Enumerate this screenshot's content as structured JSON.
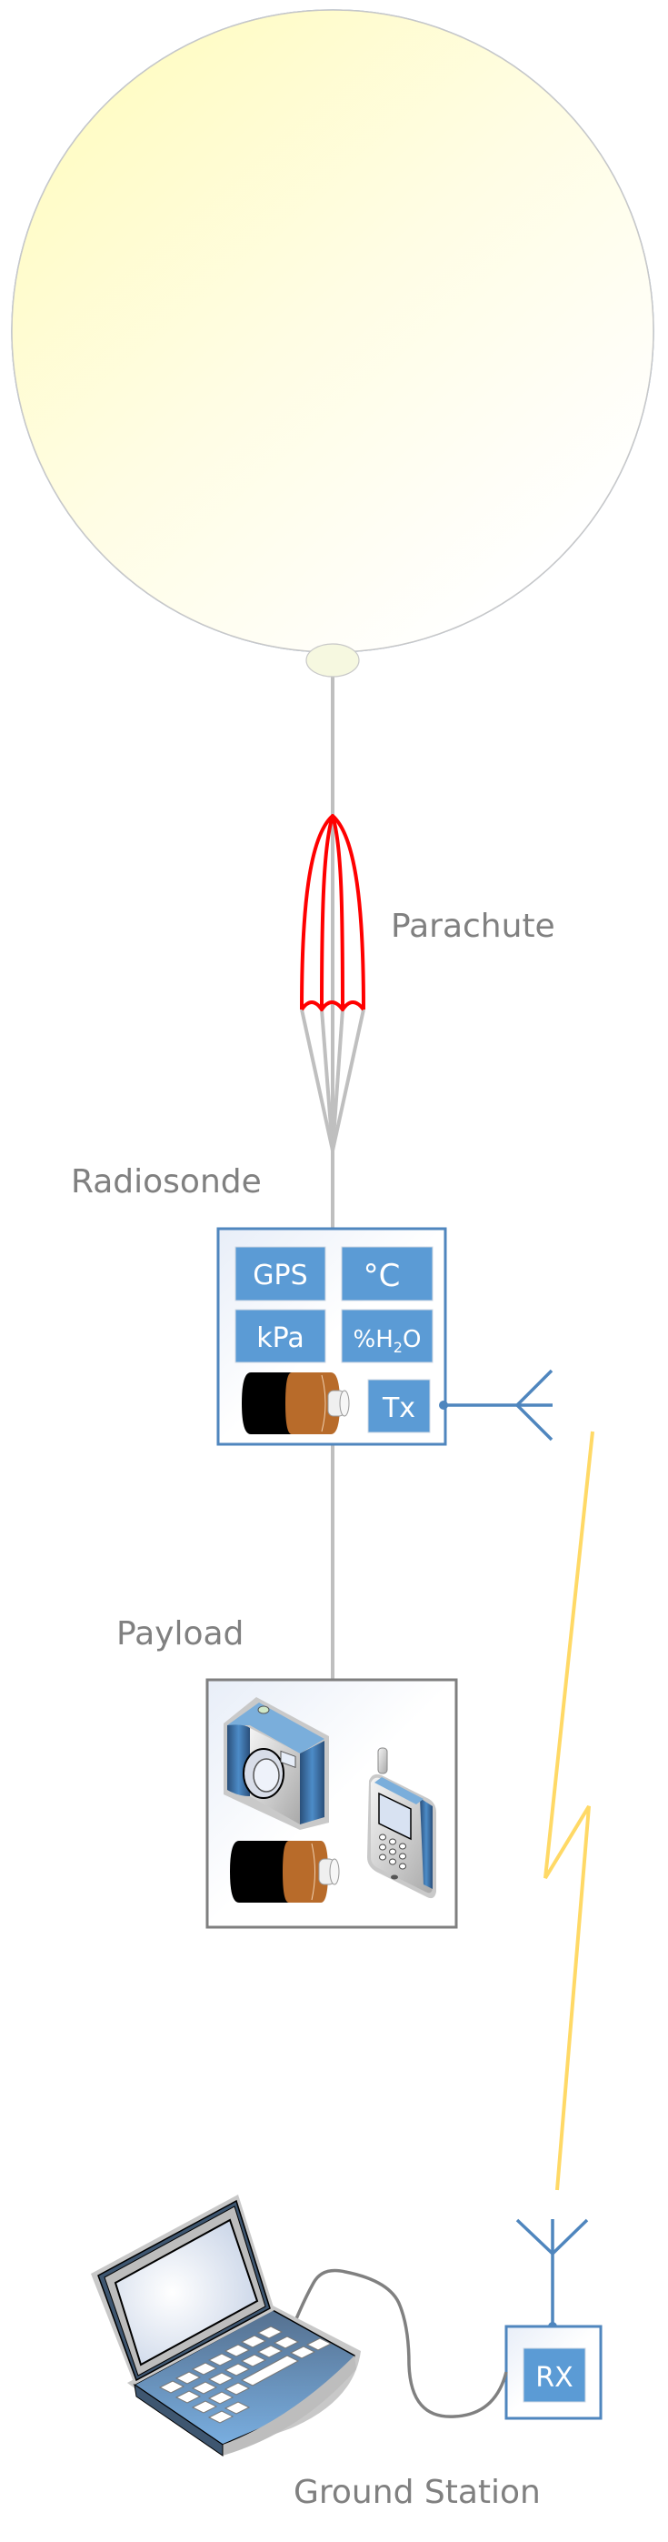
{
  "diagram": {
    "title": "Weather balloon radiosonde system",
    "balloon": {
      "name": "Balloon",
      "fill_color": "#fffcc8",
      "outline_color": "#c8c8c8"
    },
    "parachute": {
      "label": "Parachute",
      "color": "#ff0000"
    },
    "radiosonde": {
      "label": "Radiosonde",
      "sensors": [
        {
          "id": "gps",
          "text": "GPS"
        },
        {
          "id": "temperature",
          "text": "°C"
        },
        {
          "id": "pressure",
          "text": "kPa"
        },
        {
          "id": "humidity",
          "text": "%H",
          "sub": "2",
          "tail": "O"
        }
      ],
      "transmitter": {
        "text": "Tx"
      },
      "battery": {
        "name": "battery-icon"
      },
      "antenna": {
        "name": "antenna-icon"
      }
    },
    "payload": {
      "label": "Payload",
      "items": [
        {
          "name": "camera-icon"
        },
        {
          "name": "battery-icon"
        },
        {
          "name": "cell-phone-icon"
        }
      ]
    },
    "radio_link": {
      "name": "lightning-bolt-icon",
      "color": "#ffd966"
    },
    "ground_station": {
      "label": "Ground Station",
      "receiver": {
        "text": "RX"
      },
      "computer": {
        "name": "laptop-icon"
      }
    },
    "colors": {
      "accent_blue": "#5b9bd5",
      "box_border": "#4f86be",
      "label_gray": "#808080",
      "tether_gray": "#bfbfbf",
      "battery_copper": "#b86b2a"
    }
  }
}
